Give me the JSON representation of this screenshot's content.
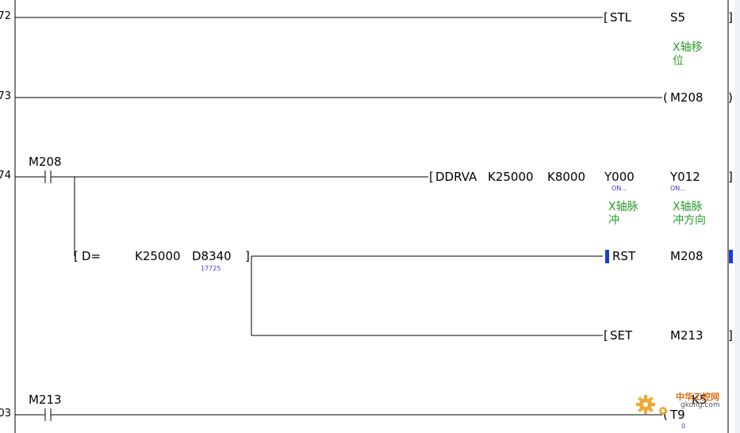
{
  "rungs": [
    {
      "number": "72",
      "output": {
        "bracket_left": "[",
        "op": "STL",
        "arg": "S5",
        "bracket_right": "]",
        "comment": "X轴移\n位"
      }
    },
    {
      "number": "73",
      "output": {
        "bracket_left": "(",
        "op": "M208",
        "bracket_right": ")"
      }
    },
    {
      "number": "74",
      "contact": "M208",
      "output": {
        "bracket_left": "[",
        "op": "DDRVA",
        "p1": "K25000",
        "p2": "K8000",
        "p3": "Y000",
        "p4": "Y012",
        "bracket_right": "]",
        "mon3": "ON...",
        "mon4": "ON...",
        "cmt3": "X轴脉\n冲",
        "cmt4": "X轴脉\n冲方向"
      },
      "compare": {
        "bracket_left": "[",
        "op": "D=",
        "a": "K25000",
        "b": "D8340",
        "bracket_right": "]",
        "monitor_b": "17725"
      },
      "rst": {
        "op": "RST",
        "arg": "M208"
      },
      "set": {
        "bracket_left": "[",
        "op": "SET",
        "arg": "M213",
        "bracket_right": "]"
      }
    },
    {
      "number": "03",
      "contact": "M213",
      "output": {
        "bracket_left": "(",
        "op": "T9",
        "arg": "K5",
        "monitor": "0"
      }
    }
  ],
  "watermark": {
    "title": "中华工控网",
    "url": "gkong.com"
  },
  "colors": {
    "comment": "#2a9d2a",
    "monitor": "#3a3ae0",
    "cursor": "#1a3fd6",
    "watermark": "#e06a10"
  }
}
